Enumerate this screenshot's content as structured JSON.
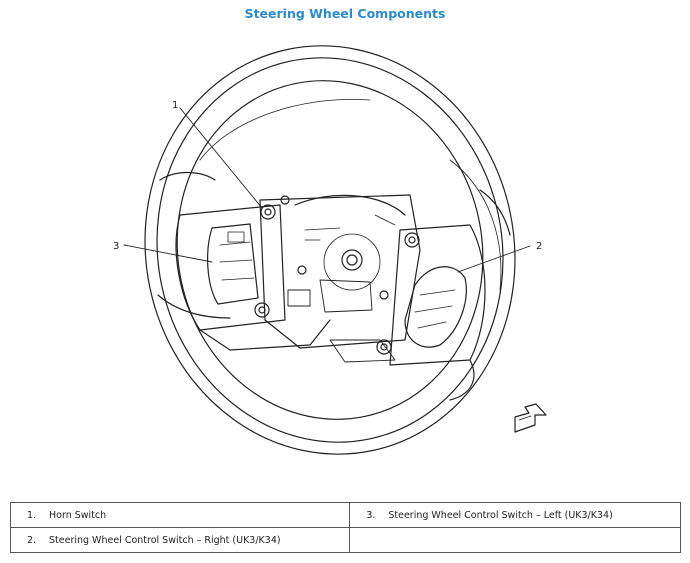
{
  "title": "Steering Wheel Components",
  "title_color": "#2a8ccf",
  "callouts": [
    {
      "number": "1"
    },
    {
      "number": "2"
    },
    {
      "number": "3"
    }
  ],
  "legend": [
    [
      {
        "number": "1.",
        "label": "Horn Switch"
      },
      {
        "number": "3.",
        "label": "Steering Wheel Control Switch – Left (UK3/K34)"
      }
    ],
    [
      {
        "number": "2.",
        "label": "Steering Wheel Control Switch – Right (UK3/K34)"
      },
      {
        "number": "",
        "label": ""
      }
    ]
  ]
}
